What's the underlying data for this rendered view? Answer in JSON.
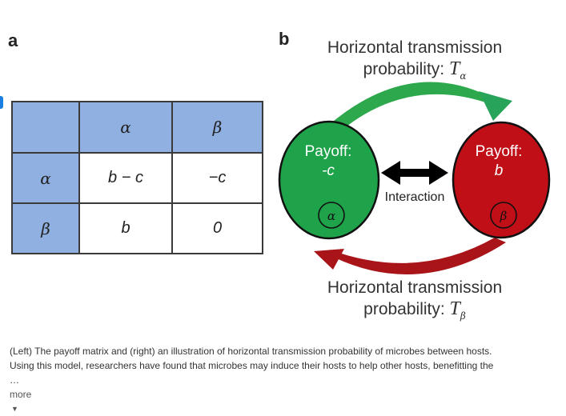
{
  "panels": {
    "a": "a",
    "b": "b"
  },
  "table": {
    "col_headers": [
      "",
      "α",
      "β"
    ],
    "rows": [
      {
        "header": "α",
        "cells": [
          "b − c",
          "−c"
        ]
      },
      {
        "header": "β",
        "cells": [
          "b",
          "0"
        ]
      }
    ]
  },
  "diagram": {
    "top_label": {
      "line1": "Horizontal transmission",
      "line2": "probability:",
      "symbol": "T",
      "subscript": "α"
    },
    "bottom_label": {
      "line1": "Horizontal transmission",
      "line2": "probability:",
      "symbol": "T",
      "subscript": "β"
    },
    "left_host": {
      "payoff_label": "Payoff:",
      "payoff_value": "-c",
      "microbe": "α",
      "color": "#1ea24a"
    },
    "right_host": {
      "payoff_label": "Payoff:",
      "payoff_value": "b",
      "microbe": "β",
      "color": "#c00f17"
    },
    "interaction": "Interaction"
  },
  "caption": {
    "line1": "(Left) The payoff matrix and (right) an illustration of horizontal transmission probability of microbes between hosts.",
    "line2": "Using this model, researchers have found that microbes may induce their hosts to help other hosts, benefitting the",
    "ellipsis": "…",
    "more": "more"
  },
  "colors": {
    "table_header": "#8fb0e0",
    "accent": "#1a7fe0"
  }
}
